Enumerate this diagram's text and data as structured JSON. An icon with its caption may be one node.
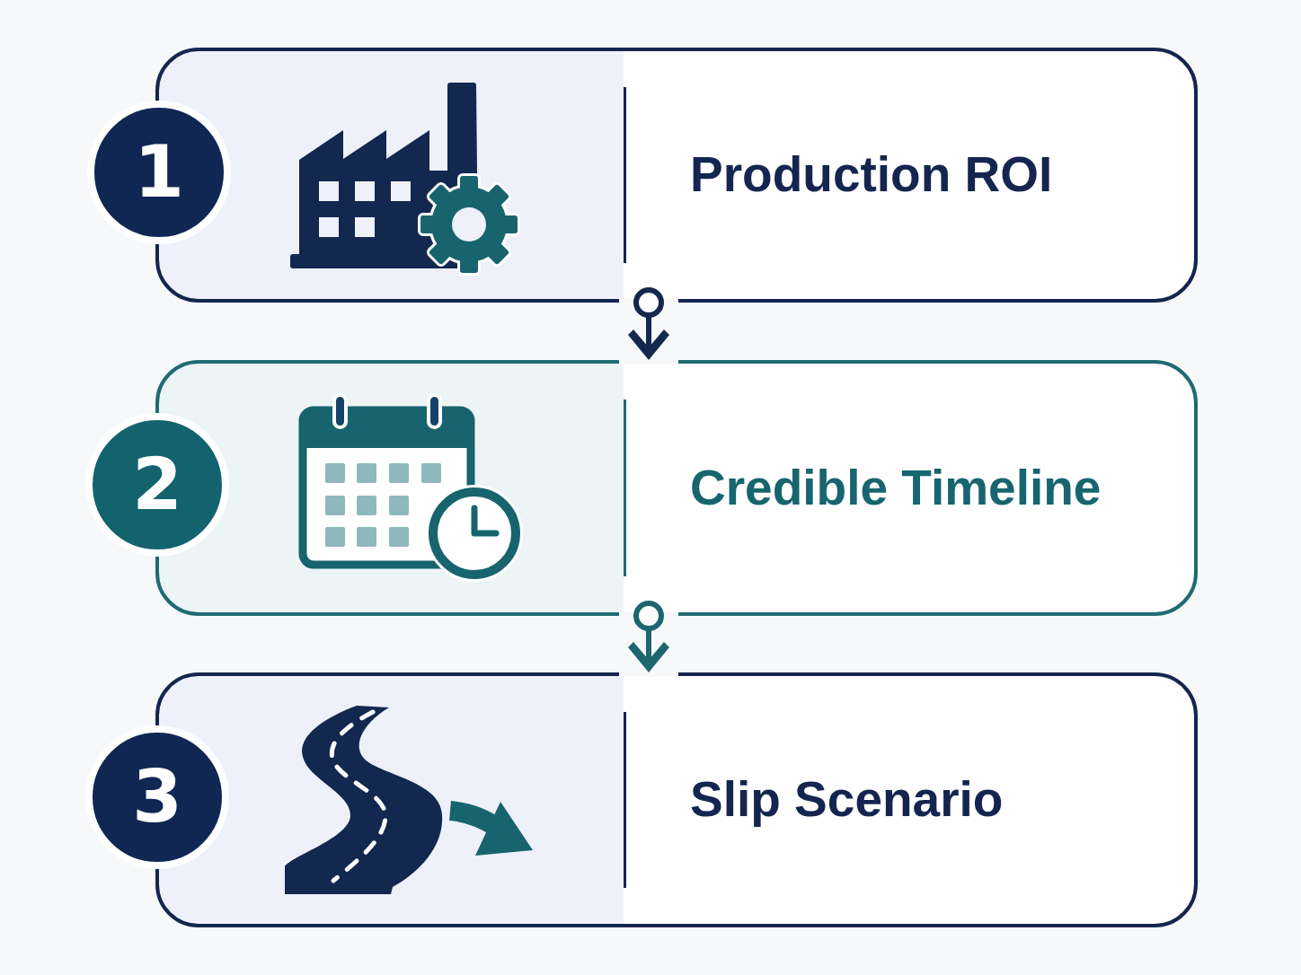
{
  "diagram": {
    "nodes": [
      {
        "text": [
          "1"
        ]
      },
      {
        "text": [
          "Production ROI"
        ]
      },
      {
        "text": [
          "2"
        ]
      },
      {
        "text": [
          "Credible Timeline"
        ]
      },
      {
        "text": [
          "3"
        ]
      },
      {
        "text": [
          "Slip Scenario"
        ]
      }
    ],
    "edges": [
      {
        "from": 1,
        "to": 3,
        "arrow": "to",
        "color": "#13284f"
      },
      {
        "from": 3,
        "to": 5,
        "arrow": "to",
        "color": "#1d6670"
      }
    ]
  }
}
